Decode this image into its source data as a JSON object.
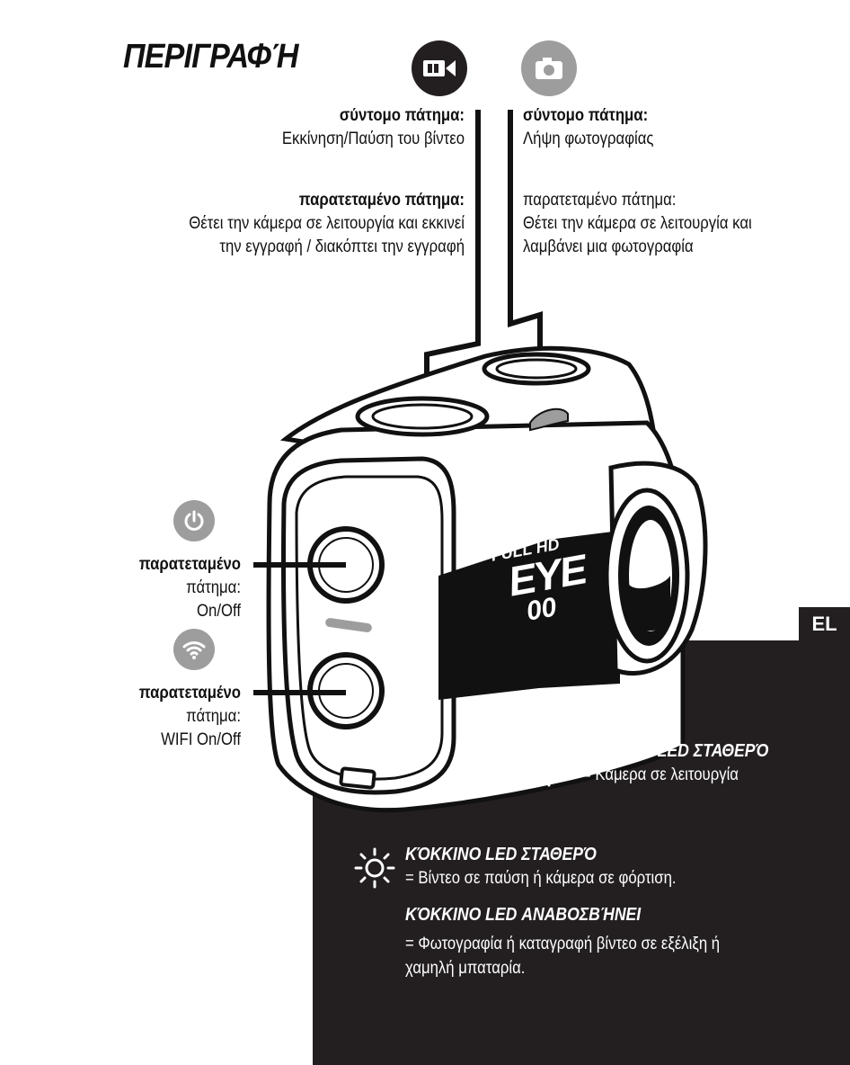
{
  "title": "ΠΕΡΙΓΡΑΦΉ",
  "video_button": {
    "icon": "video-camera-icon",
    "short_press_label": "σύντομο πάτημα:",
    "short_press_desc": "Εκκίνηση/Παύση του βίντεο",
    "long_press_label": "παρατεταμένο πάτημα:",
    "long_press_desc_1": "Θέτει την κάμερα σε λειτουργία και εκκινεί",
    "long_press_desc_2": "την εγγραφή / διακόπτει την εγγραφή"
  },
  "photo_button": {
    "icon": "photo-camera-icon",
    "short_press_label": "σύντομο πάτημα:",
    "short_press_desc": "Λήψη φωτογραφίας",
    "long_press_label": "παρατεταμένο πάτημα:",
    "long_press_desc_1": "Θέτει την κάμερα σε λειτουργία και",
    "long_press_desc_2": "λαμβάνει μια φωτογραφία"
  },
  "power_button": {
    "icon": "power-icon",
    "label_1": "παρατεταμένο",
    "label_2": "πάτημα:",
    "label_3": "On/Off"
  },
  "wifi_button": {
    "icon": "wifi-icon",
    "label_1": "παρατεταμένο",
    "label_2": "πάτημα:",
    "label_3": "WIFI On/Off"
  },
  "camera_branding": {
    "line_1": "FULL HD",
    "line_2": "EYE",
    "line_3": "00"
  },
  "language_tab": "EL",
  "leds": [
    {
      "icon": "sun-led-icon",
      "heading": "ΠΡΆΣΙΝΟ LED ΣΤΑΘΕΡΌ",
      "desc": "= Κάμερα σε λειτουργία"
    },
    {
      "icon": "sun-led-icon",
      "heading": "ΚΌΚΚΙΝΟ LED ΣΤΑΘΕΡΌ",
      "desc": "= Βίντεο σε παύση ή κάμερα σε φόρτιση."
    },
    {
      "heading": "ΚΌΚΚΙΝΟ LED ΑΝΑΒΟΣΒΉΝΕΙ",
      "desc_1": "= Φωτογραφία ή καταγραφή βίντεο σε εξέλιξη ή",
      "desc_2": "χαμηλή μπαταρία."
    }
  ],
  "colors": {
    "dark_panel": "#231f20",
    "icon_grey": "#9d9d9d",
    "text": "#111111"
  }
}
